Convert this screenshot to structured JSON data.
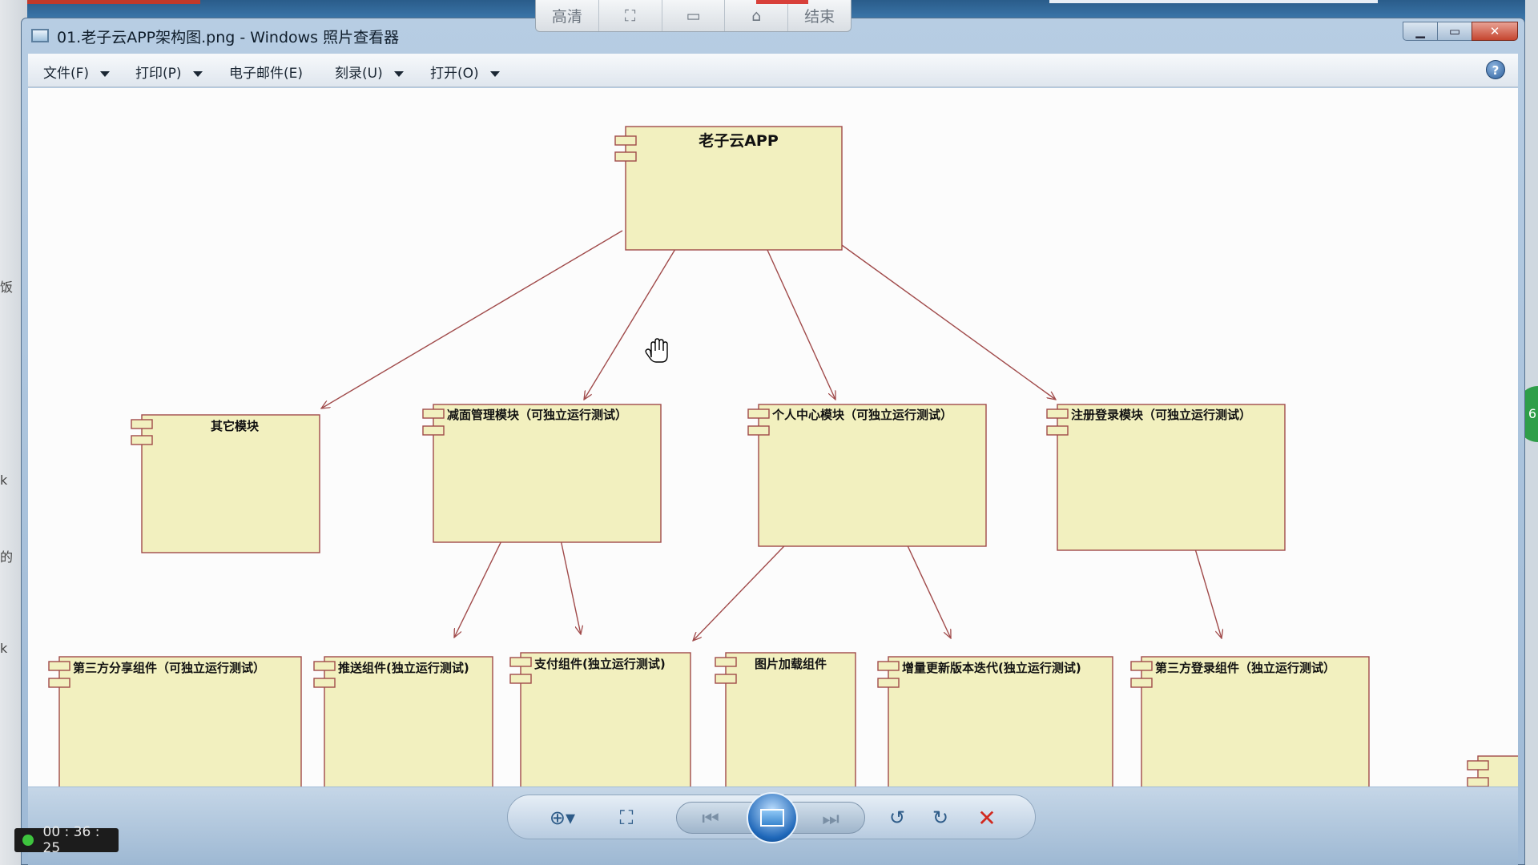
{
  "recorder": {
    "buttons": [
      "高清",
      "⛶",
      "▭",
      "⌂",
      "结束"
    ]
  },
  "window": {
    "title": "01.老子云APP架构图.png - Windows 照片查看器",
    "menu": [
      {
        "label": "文件(F)",
        "has_arrow": true
      },
      {
        "label": "打印(P)",
        "has_arrow": true
      },
      {
        "label": "电子邮件(E)",
        "has_arrow": false
      },
      {
        "label": "刻录(U)",
        "has_arrow": true
      },
      {
        "label": "打开(O)",
        "has_arrow": true
      }
    ],
    "help": "?"
  },
  "diagram": {
    "root": "老子云APP",
    "level1": [
      "其它模块",
      "减面管理模块（可独立运行测试）",
      "个人中心模块（可独立运行测试）",
      "注册登录模块（可独立运行测试）"
    ],
    "level2": [
      "第三方分享组件（可独立运行测试）",
      "推送组件(独立运行测试)",
      "支付组件(独立运行测试)",
      "图片加载组件",
      "增量更新版本迭代(独立运行测试)",
      "第三方登录组件（独立运行测试）"
    ],
    "colors": {
      "box_fill": "#f2f0bf",
      "box_stroke": "#a04a4a",
      "edge": "#a04a4a"
    }
  },
  "toolbar": {
    "zoom": "⊕▾",
    "fit": "⛶",
    "prev": "⏮",
    "next": "⏭",
    "rotate_ccw": "↺",
    "rotate_cw": "↻",
    "delete": "✕"
  },
  "timer": "00 : 36 : 25",
  "side_tab": "6"
}
